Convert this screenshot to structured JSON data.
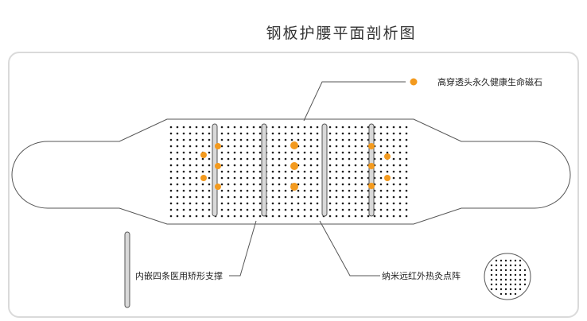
{
  "title": "钢板护腰平面剖析图",
  "labels": {
    "magnet": "高穿透头永久健康生命磁石",
    "steel": "内嵌四条医用矫形支撑",
    "far_infrared": "纳米远红外热灸点阵"
  },
  "colors": {
    "magnet_dot": "#f39a1e",
    "outline": "#555555",
    "dot": "#1a1a1a",
    "steel_fill": "#d9d9d9"
  },
  "icons": {
    "magnet": "orange-dot",
    "steel": "vertical-bar",
    "far_infrared": "dotted-circle"
  }
}
